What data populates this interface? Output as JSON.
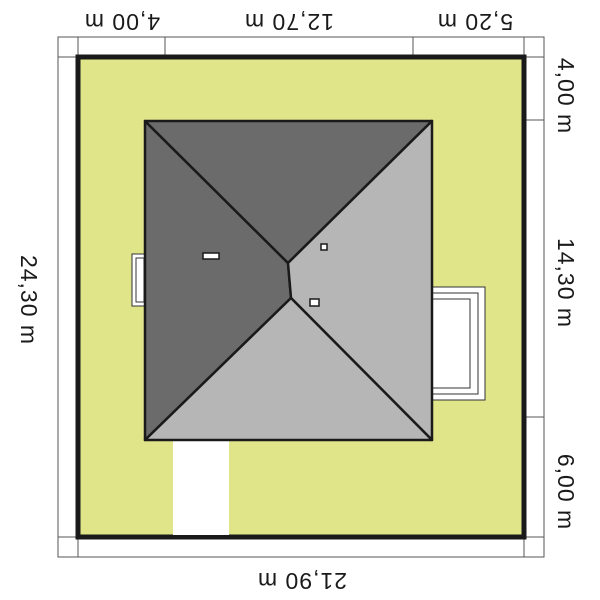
{
  "dimensions": {
    "top_left": "4,00 m",
    "top_center": "12,70 m",
    "top_right": "5,20 m",
    "bottom_total": "21,90 m",
    "left_total": "24,30 m",
    "right_top": "4,00 m",
    "right_middle": "14,30 m",
    "right_bottom": "6,00 m"
  },
  "colors": {
    "lawn": "#dfe588",
    "roof_dark": "#6b6b6b",
    "roof_light": "#b5b6b5",
    "plot_border": "#1a1a1a",
    "walkway": "#ffffff"
  }
}
